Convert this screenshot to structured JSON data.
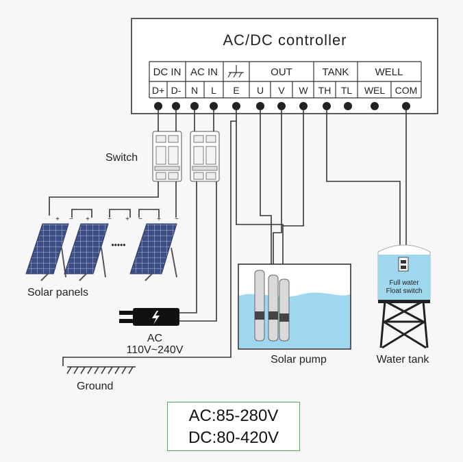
{
  "controller": {
    "title": "AC/DC controller",
    "groups": [
      "DC IN",
      "AC IN",
      "OUT",
      "TANK",
      "WELL"
    ],
    "terminals": [
      "D+",
      "D-",
      "N",
      "L",
      "E",
      "U",
      "V",
      "W",
      "TH",
      "TL",
      "WEL",
      "COM"
    ],
    "ground_icon": "ground-symbol-icon"
  },
  "labels": {
    "switch": "Switch",
    "solar_panels": "Solar panels",
    "panel_plus": "+",
    "panel_minus": "−",
    "dots": "•••••",
    "ac": "AC",
    "ac_range": "110V~240V",
    "solar_pump": "Solar pump",
    "water_tank": "Water tank",
    "ground": "Ground",
    "full_water": "Full water",
    "float_switch": "Float switch"
  },
  "spec": {
    "ac": "AC:85-280V",
    "dc": "DC:80-420V",
    "border_color": "#4caf50"
  },
  "colors": {
    "water": "#9fd8ee",
    "panel": "#3d4f86",
    "line": "#333333"
  },
  "icons": [
    "plug-icon",
    "lightning-icon",
    "breaker-icon",
    "solar-panel-icon",
    "pump-icon",
    "water-tower-icon"
  ]
}
